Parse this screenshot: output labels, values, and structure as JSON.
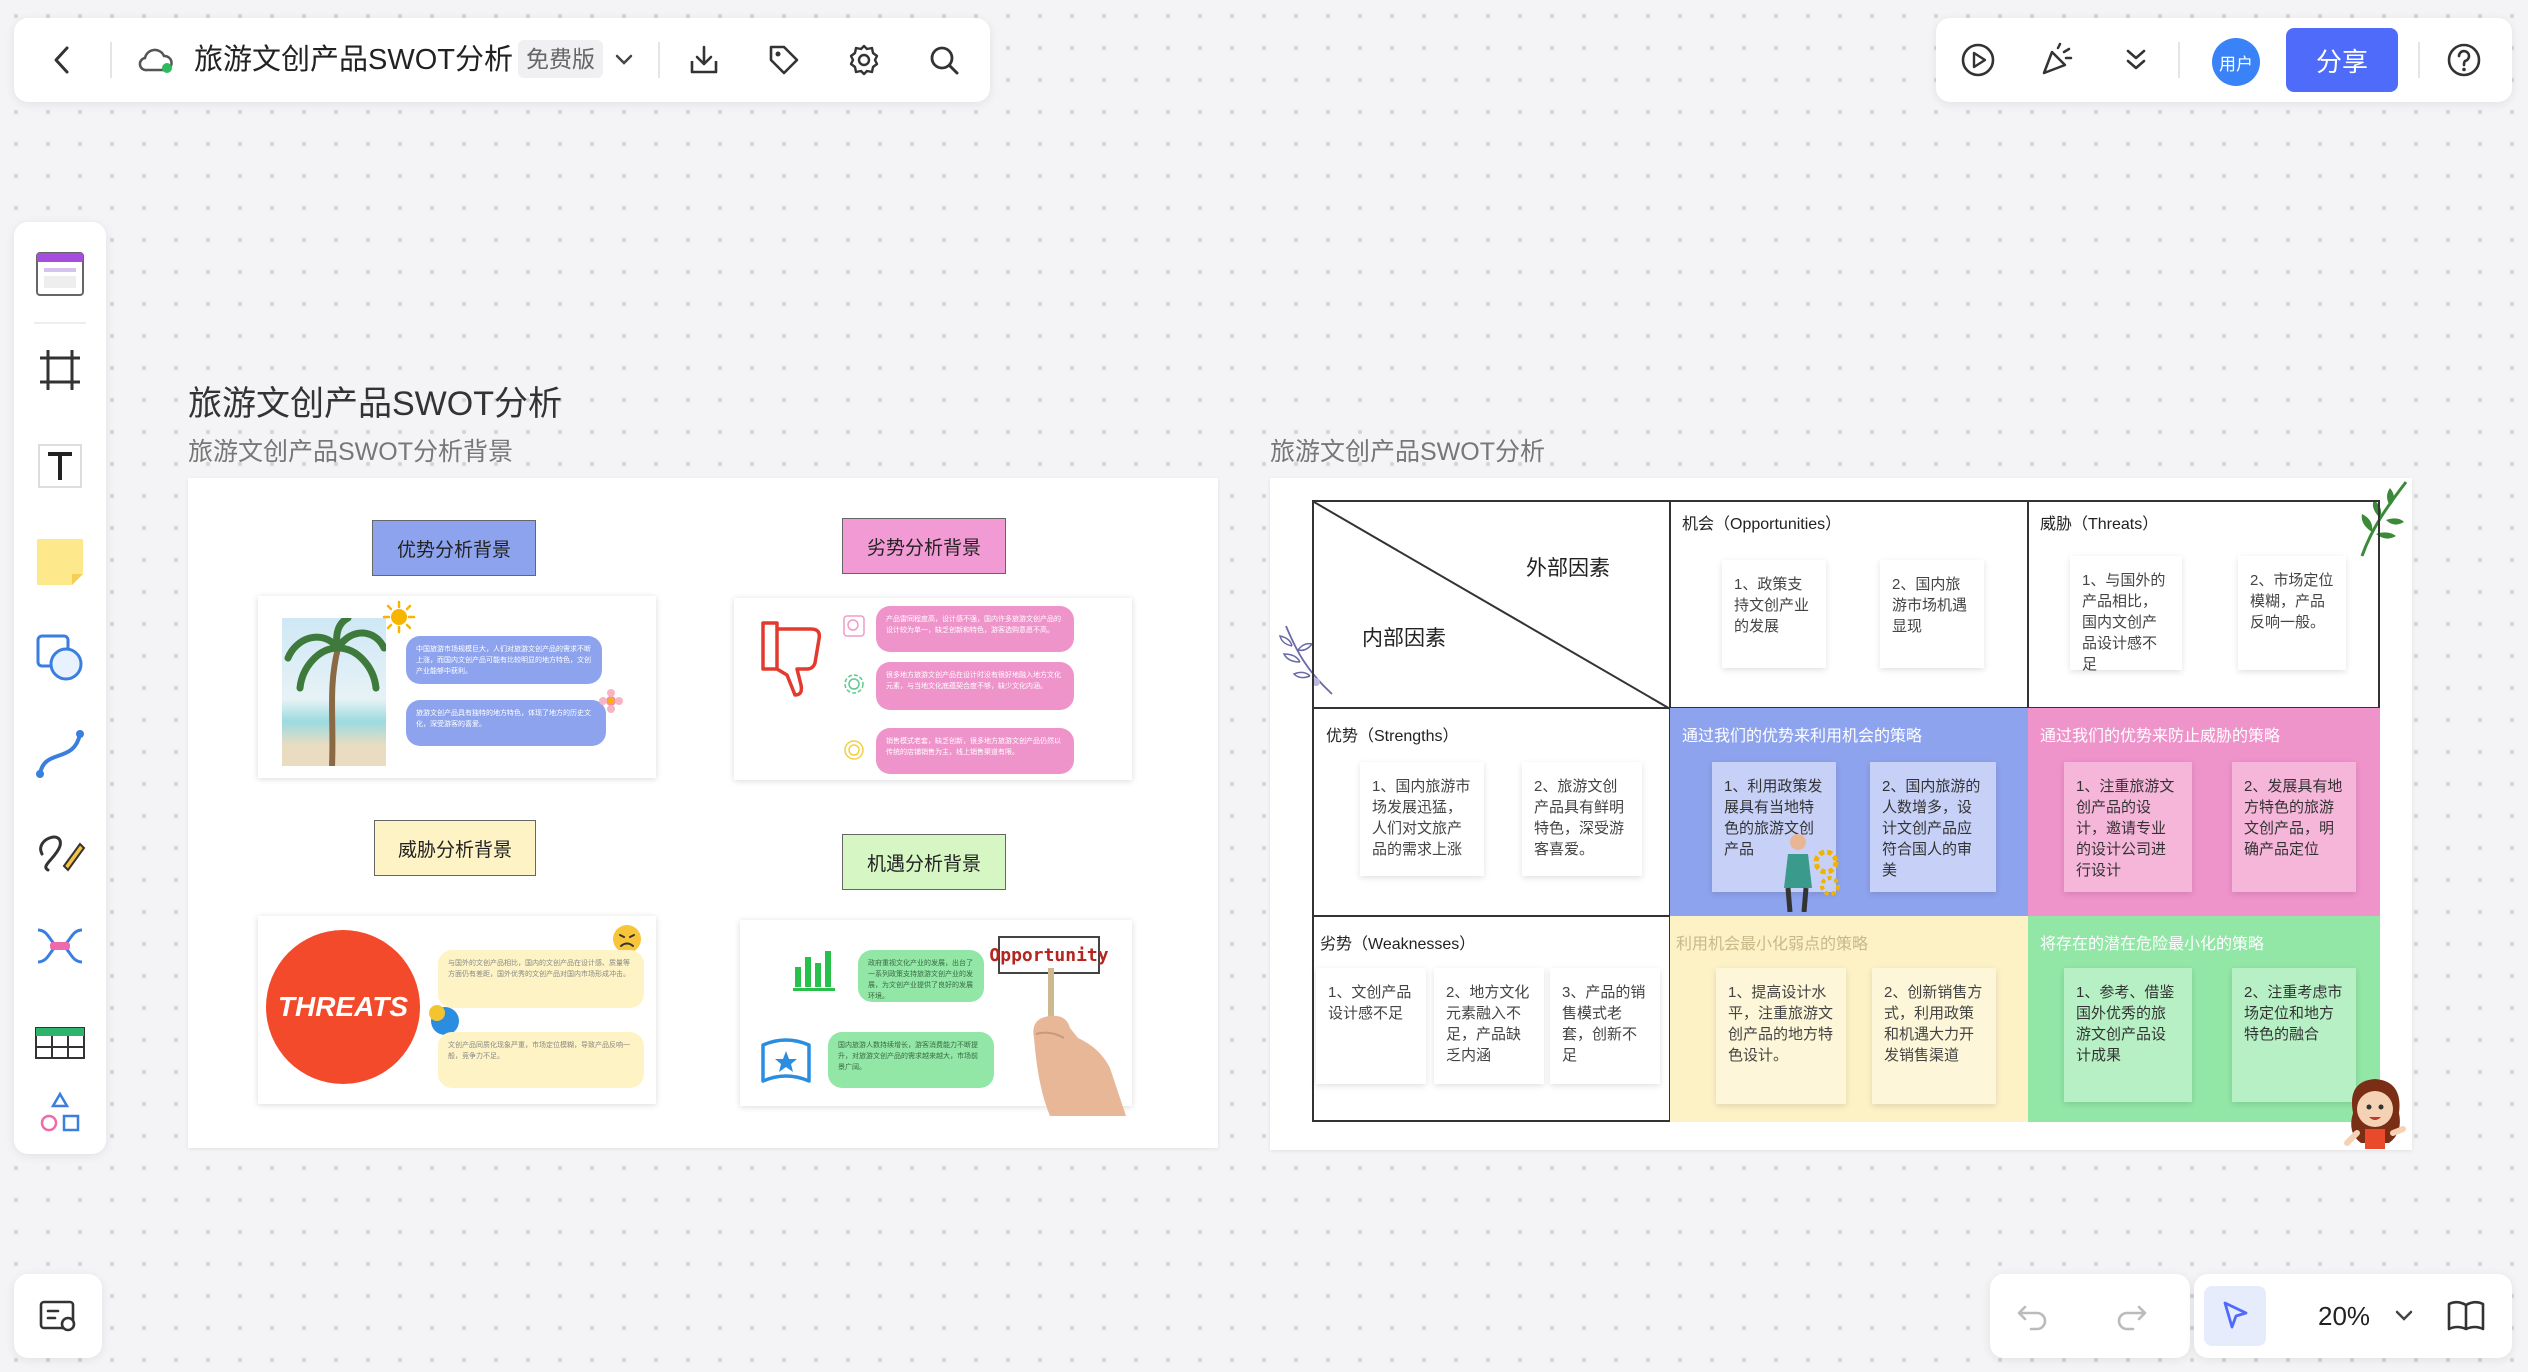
{
  "toolbar": {
    "doc_title": "旅游文创产品SWOT分析",
    "plan_badge": "免费版",
    "user_label": "用户",
    "share_label": "分享"
  },
  "zoom": {
    "level": "20%"
  },
  "canvas": {
    "main_title": "旅游文创产品SWOT分析",
    "left_frame_title": "旅游文创产品SWOT分析背景",
    "right_frame_title": "旅游文创产品SWOT分析"
  },
  "left_board": {
    "strength_tag": "优势分析背景",
    "weakness_tag": "劣势分析背景",
    "threat_tag": "威胁分析背景",
    "opportunity_tag": "机遇分析背景",
    "threats_circle": "THREATS",
    "opportunity_sign": "Opportunity",
    "strength_bubbles": [
      "中国旅游市场规模巨大，人们对旅游文创产品的需求不断上涨，而国内文创产品可能有比较明显的地方特色，文创产业能够中获利。",
      "旅游文创产品具有独特的地方特色，体现了地方的历史文化，深受游客的喜爱。"
    ],
    "weakness_bubbles": [
      "产品雷同程度高，设计感不强，国内许多旅游文创产品的设计较为单一，缺乏创新和特色，游客选购意愿不高。",
      "很多地方旅游文创产品在设计时没有很好地融入地方文化元素，与当地文化底蕴契合度不够，缺少文化内涵。",
      "销售模式老套，缺乏创新，很多地方旅游文创产品仍然以传统的店铺销售为主，线上销售渠道有限。"
    ],
    "threat_bubbles": [
      "与国外的文创产品相比，国内的文创产品在设计感、质量等方面仍有差距，国外优秀的文创产品对国内市场形成冲击。",
      "文创产品同质化现象严重，市场定位模糊，导致产品反响一般，竞争力不足。"
    ],
    "opportunity_bubbles": [
      "政府重视文化产业的发展，出台了一系列政策支持旅游文创产业的发展，为文创产业提供了良好的发展环境。",
      "国内旅游人数持续增长，游客消费能力不断提升，对旅游文创产品的需求越来越大，市场前景广阔。"
    ]
  },
  "swot": {
    "external_label": "外部因素",
    "internal_label": "内部因素",
    "opportunities": {
      "title": "机会（Opportunities）",
      "items": [
        "1、政策支持文创产业的发展",
        "2、国内旅游市场机遇显现"
      ]
    },
    "threats": {
      "title": "威胁（Threats）",
      "items": [
        "1、与国外的产品相比，国内文创产品设计感不足",
        "2、市场定位模糊，产品反响一般。"
      ]
    },
    "strengths": {
      "title": "优势（Strengths）",
      "items": [
        "1、国内旅游市场发展迅猛，人们对文旅产品的需求上涨",
        "2、旅游文创产品具有鲜明特色，深受游客喜爱。"
      ]
    },
    "weaknesses": {
      "title": "劣势（Weaknesses）",
      "items": [
        "1、文创产品设计感不足",
        "2、地方文化元素融入不足，产品缺乏内涵",
        "3、产品的销售模式老套，创新不足"
      ]
    },
    "so": {
      "title": "通过我们的优势来利用机会的策略",
      "items": [
        "1、利用政策发展具有当地特色的旅游文创产品",
        "2、国内旅游的人数增多，设计文创产品应符合国人的审美"
      ]
    },
    "st": {
      "title": "通过我们的优势来防止威胁的策略",
      "items": [
        "1、注重旅游文创产品的设计，邀请专业的设计公司进行设计",
        "2、发展具有地方特色的旅游文创产品，明确产品定位"
      ]
    },
    "wo": {
      "title": "利用机会最小化弱点的策略",
      "items": [
        "1、提高设计水平，注重旅游文创产品的地方特色设计。",
        "2、创新销售方式，利用政策和机遇大力开发销售渠道"
      ]
    },
    "wt": {
      "title": "将存在的潜在危险最小化的策略",
      "items": [
        "1、参考、借鉴国外优秀的旅游文创产品设计成果",
        "2、注重考虑市场定位和地方特色的融合"
      ]
    }
  },
  "colors": {
    "accent": "#4f6bfa",
    "so_bg": "#8ea3ee",
    "st_bg": "#ef93cb",
    "wo_bg": "#fdf1c6",
    "wt_bg": "#92e6a6",
    "threats_circle": "#f24a2b",
    "strength_tag": "#8ea3ee",
    "weakness_tag": "#f19ad3",
    "threat_tag": "#fdf3c4",
    "opportunity_tag": "#d6f6c4"
  }
}
